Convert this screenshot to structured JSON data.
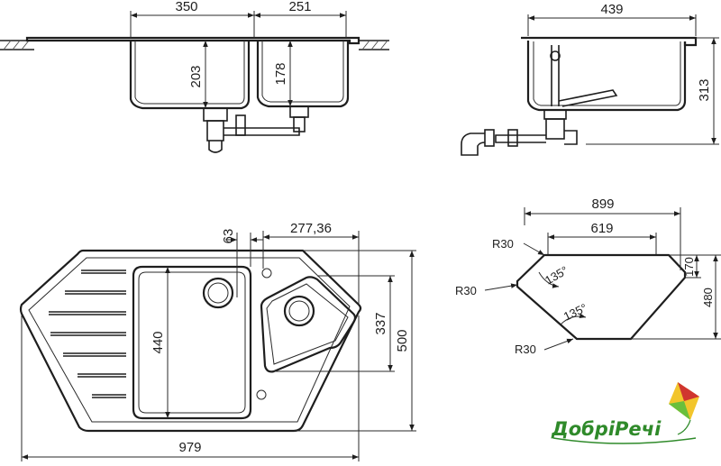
{
  "brand": {
    "name": "ДобріРечі",
    "colors": {
      "green": "#2f8a2a",
      "kite_yellow": "#f2c52c",
      "kite_red": "#d0352f",
      "kite_green": "#6abf3c"
    }
  },
  "top_view": {
    "width_left_bowl": "350",
    "width_right_bowl": "251",
    "depth_left_bowl": "203",
    "depth_right_bowl": "178"
  },
  "side_view": {
    "width": "439",
    "height": "313"
  },
  "plan_view": {
    "offset": "63",
    "bowl_width": "277,36",
    "main_bowl_depth": "440",
    "small_bowl_depth": "337",
    "total_depth": "500",
    "total_width": "979"
  },
  "cutout": {
    "total_width": "899",
    "inner_width": "619",
    "side": "170",
    "depth": "480",
    "radius_top_left": "R30",
    "radius_left": "R30",
    "radius_bottom": "R30",
    "angle_upper": "135°",
    "angle_lower": "135°"
  }
}
